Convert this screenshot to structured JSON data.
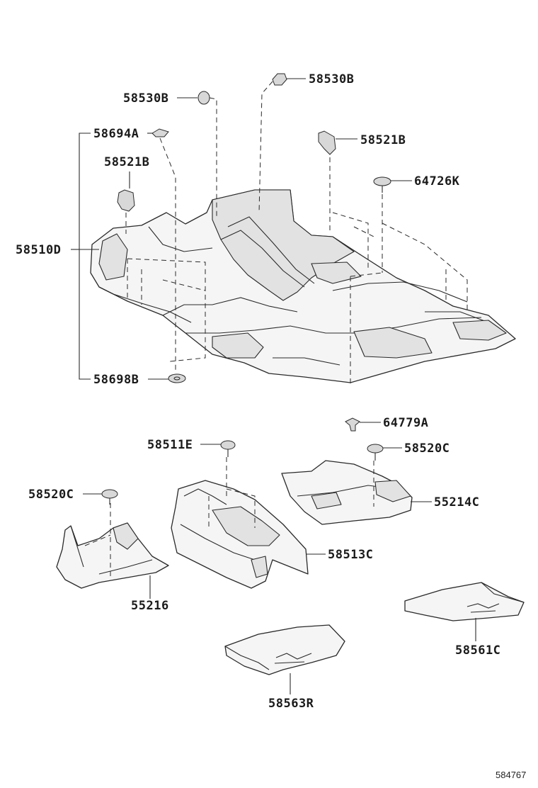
{
  "labels": {
    "l_58530B_top": "58530B",
    "l_58530B_left": "58530B",
    "l_58694A": "58694A",
    "l_58521B_right": "58521B",
    "l_58521B_left": "58521B",
    "l_64726K": "64726K",
    "l_58510D": "58510D",
    "l_58698B": "58698B",
    "l_64779A": "64779A",
    "l_58511E": "58511E",
    "l_58520C_right": "58520C",
    "l_58520C_left": "58520C",
    "l_55214C": "55214C",
    "l_58513C": "58513C",
    "l_55216": "55216",
    "l_58561C": "58561C",
    "l_58563R": "58563R"
  },
  "diagram_ref": "584767",
  "colors": {
    "line": "#2a2a2a",
    "fill": "#f5f5f5",
    "shade": "#e2e2e2"
  }
}
